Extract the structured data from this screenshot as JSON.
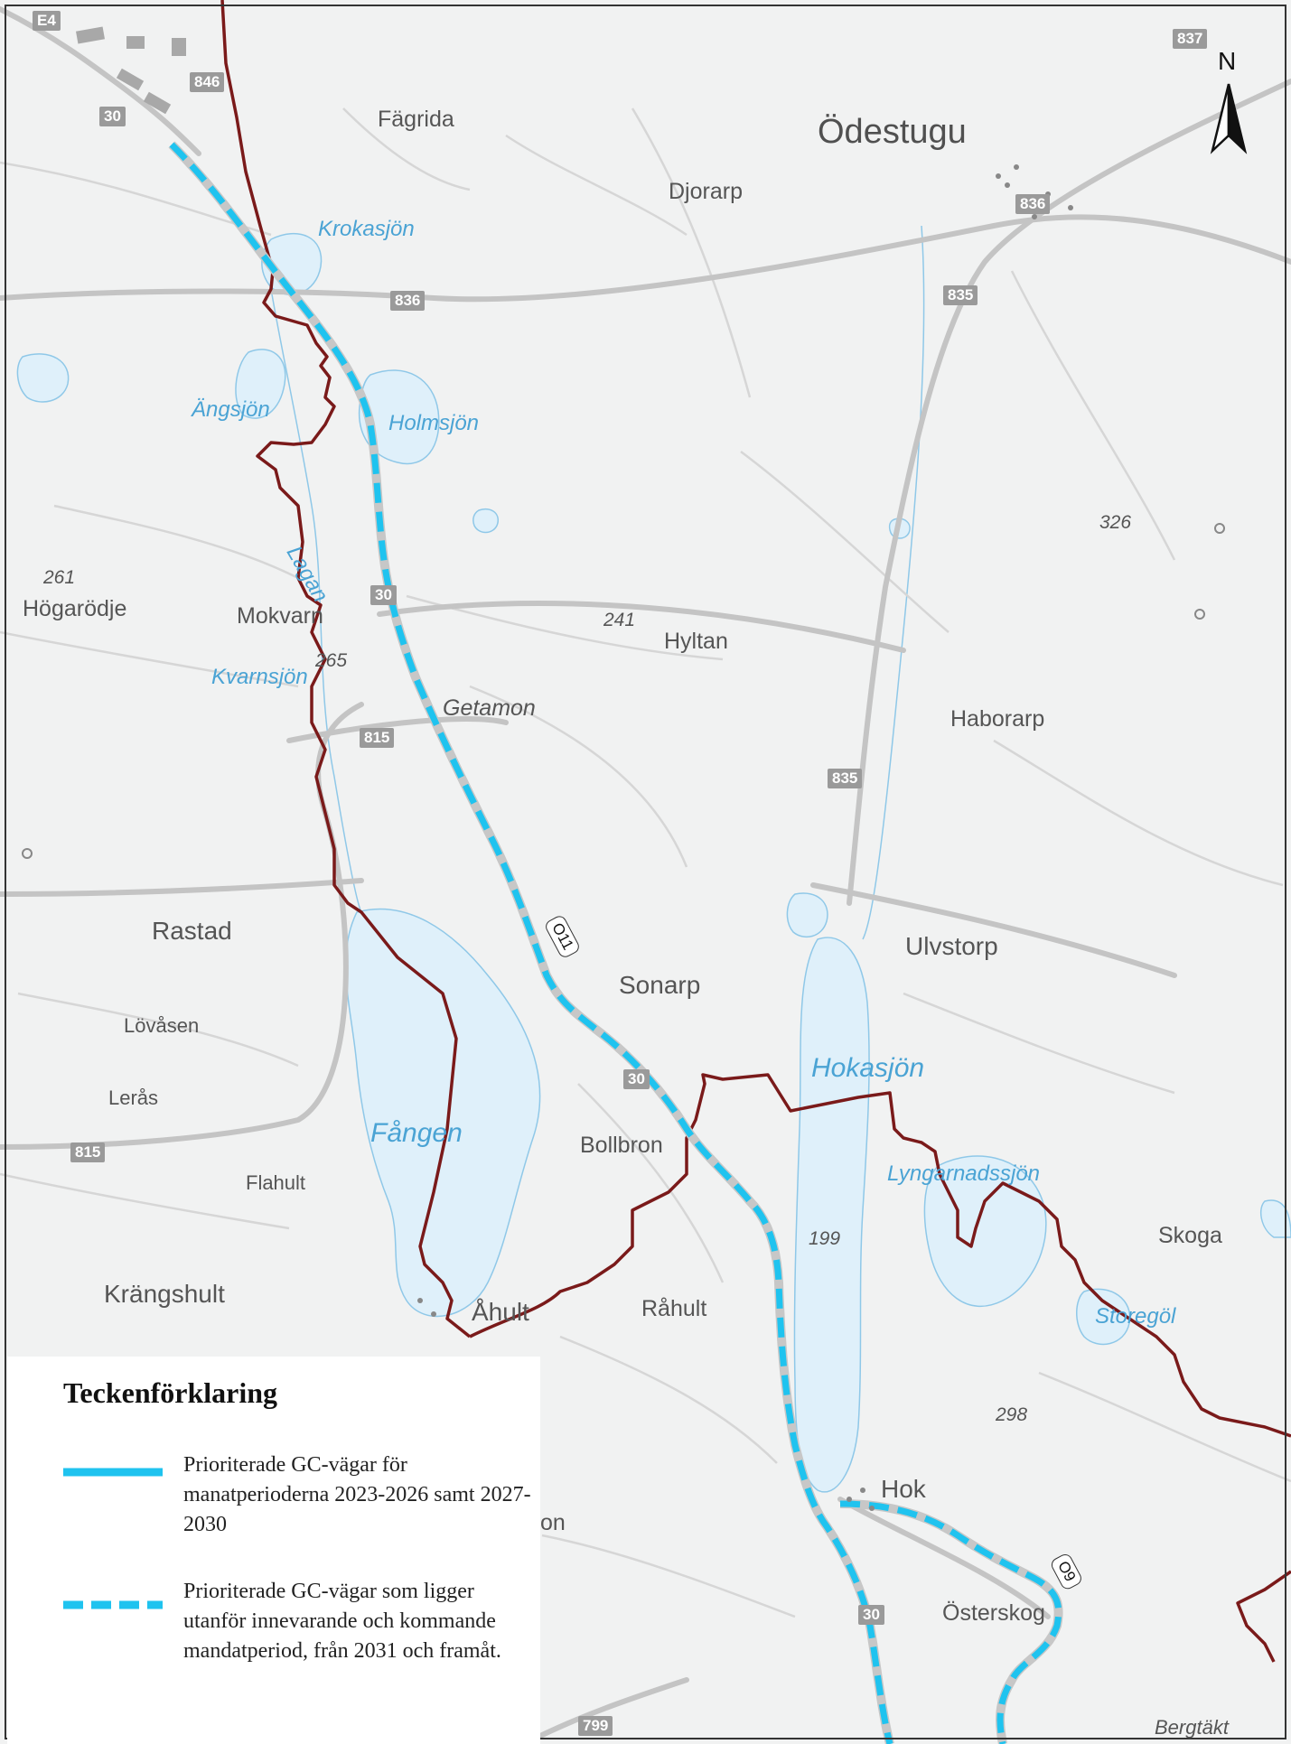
{
  "map": {
    "north_label": "N",
    "places": {
      "fagrida": "Fägrida",
      "odestugu": "Ödestugu",
      "djorarp": "Djorarp",
      "hogarodje": "Högarödje",
      "mokvarn": "Mokvarn",
      "hyltan": "Hyltan",
      "getamon": "Getamon",
      "haborarp": "Haborarp",
      "rastad": "Rastad",
      "ulvstorp": "Ulvstorp",
      "sonarp": "Sonarp",
      "lovasen": "Lövåsen",
      "leras": "Lerås",
      "bollbron": "Bollbron",
      "flahult": "Flahult",
      "krangshult": "Krängshult",
      "ahult": "Åhult",
      "rahult": "Råhult",
      "skoga": "Skoga",
      "hok": "Hok",
      "osterskog": "Österskog",
      "bergtakt": "Bergtäkt",
      "on_partial": "on"
    },
    "water": {
      "krokasjon": "Krokasjön",
      "angsjon": "Ängsjön",
      "holmsjon": "Holmsjön",
      "lagan": "Lagan",
      "kvarnsjon": "Kvarnsjön",
      "hokasjon": "Hokasjön",
      "fangen": "Fången",
      "lyngarnadssjon": "Lyngarnadssjön",
      "storegol": "Storegöl"
    },
    "elevations": {
      "e261": "261",
      "e326": "326",
      "e241": "241",
      "e265": "265",
      "e199": "199",
      "e298": "298"
    },
    "road_shields": {
      "e4": "E4",
      "r30a": "30",
      "r846": "846",
      "r837": "837",
      "r836a": "836",
      "r836b": "836",
      "r835a": "835",
      "r835b": "835",
      "r30b": "30",
      "r815a": "815",
      "r815b": "815",
      "r30c": "30",
      "r30d": "30",
      "r799": "799"
    },
    "route_tags": {
      "o11": "O11",
      "o9": "O9"
    },
    "colors": {
      "land": "#f1f2f2",
      "water": "#dff0fa",
      "road": "#c9c9c9",
      "boundary": "#7a1a1a",
      "gc_route": "#1fc3ef"
    }
  },
  "legend": {
    "title": "Teckenförklaring",
    "items": [
      {
        "style": "solid",
        "text": "Prioriterade GC-vägar för manatperioderna 2023-2026 samt 2027-2030"
      },
      {
        "style": "dashed",
        "text": "Prioriterade GC-vägar som ligger utanför innevarande och kommande mandatperiod, från 2031 och framåt."
      }
    ]
  }
}
